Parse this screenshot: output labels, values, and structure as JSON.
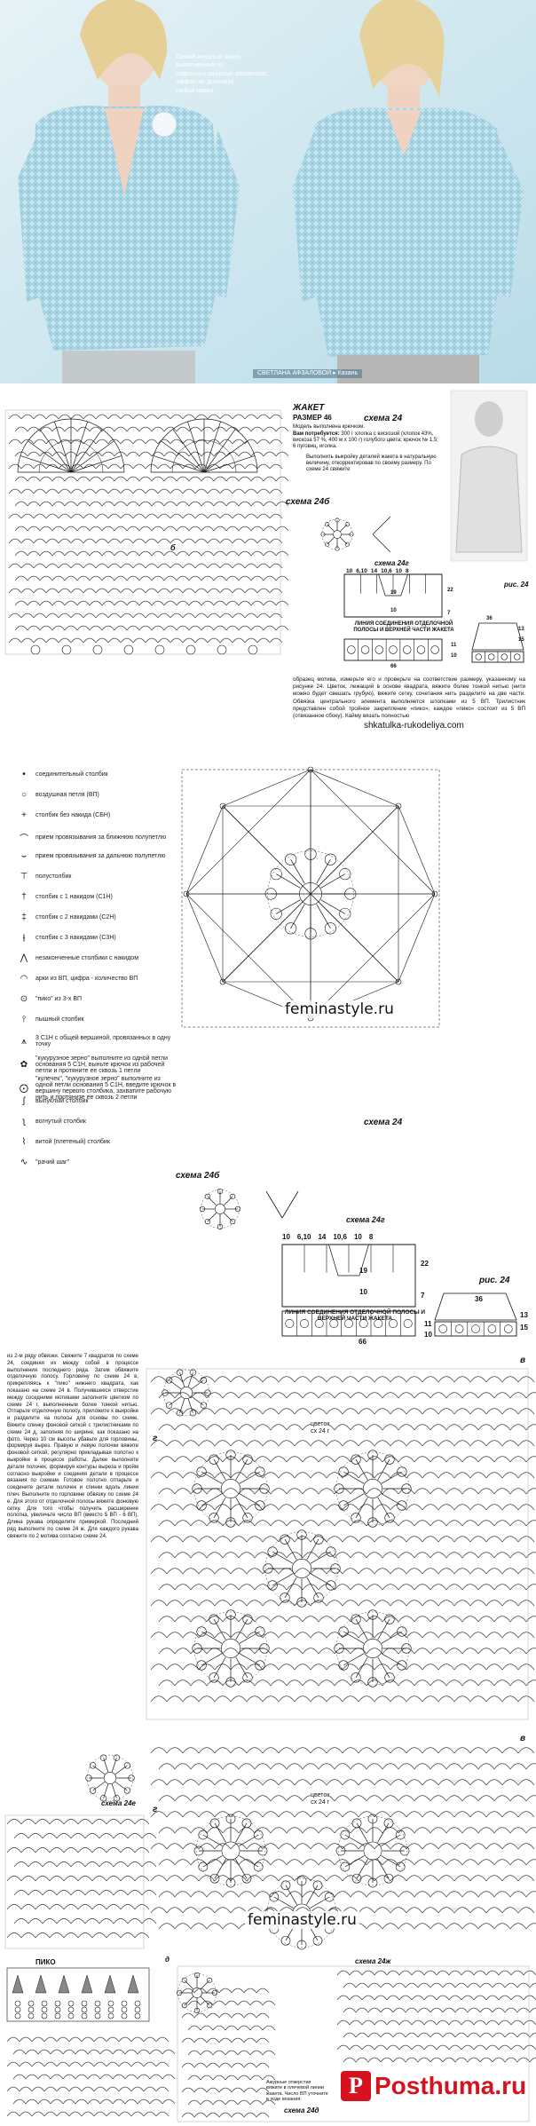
{
  "photo": {
    "caption_lines": [
      "Легкий ажурный жакет,",
      "выполненный из",
      "отдельных ажурных элементов,",
      "эффектно дополнит",
      "любой наряд."
    ],
    "credit": "СВЕТЛАНА АФЗАЛОВОЙ",
    "credit_suffix": "Казань"
  },
  "sheet1": {
    "title": "ЖАКЕТ",
    "size_label": "РАЗМЕР 46",
    "intro": "Модель выполнена крючком.",
    "materials_label": "Вам потребуется:",
    "materials": "300 г хлопка с вискозой (хлопок 43%, вискоза 57 %, 400 м x 100 г) голубого цвета; крючок № 1,5; 6 пуговиц, иголка.",
    "method": "Выполнить выкройку деталей жакета в натуральную величину, откорректировав по своему размеру. По схеме 24 свяжите",
    "schema_24": "схема 24",
    "schema_24b": "схема 24б",
    "schema_24g": "схема 24г",
    "label_b": "б",
    "fig_label": "рис. 24",
    "pattern_dims": [
      "10",
      "6,10",
      "14",
      "10,6",
      "10",
      "8"
    ],
    "pattern_side": [
      "22",
      "7"
    ],
    "pattern_mid": [
      "19",
      "10"
    ],
    "strip_dims": [
      "66",
      "11",
      "10"
    ],
    "sleeve_dims": [
      "36",
      "13",
      "15"
    ],
    "joining_title": "ЛИНИЯ СОЕДИНЕНИЯ ОТДЕЛОЧНОЙ ПОЛОСЫ И ВЕРХНЕЙ ЧАСТИ ЖАКЕТА",
    "body_text": "образец мотива, измерьте его и проверьте на соответствие размеру, указанному на рисунке 24. Цветок, лежащий в основе квадрата, вяжите более тонкой нитью (нити можно будет свешать грубую), вяжите сетку, сочетания нить разделите на две части. Обвязка центрального элемента выполняется штопками из 5 ВП. Трилистник представлен собой тройное закрепление «пико», каждое «пико» состоит из 5 ВП (отвязанное сбоку). Кайму вязать полностью",
    "watermark": "shkatulka-rukodeliya.com"
  },
  "sheet2": {
    "legend": [
      {
        "sym": "•",
        "desc": "соединительный столбик"
      },
      {
        "sym": "○",
        "desc": "воздушная петля (ВП)"
      },
      {
        "sym": "+",
        "desc": "столбик без накида (СБН)"
      },
      {
        "sym": "⌒",
        "desc": "прием провязывания за ближнюю полупетлю"
      },
      {
        "sym": "⌣",
        "desc": "прием провязывания за дальнюю полупетлю"
      },
      {
        "sym": "⊤",
        "desc": "полустолбик"
      },
      {
        "sym": "†",
        "desc": "столбик с 1 накидом (С1Н)"
      },
      {
        "sym": "‡",
        "desc": "столбик с 2 накидами (С2Н)"
      },
      {
        "sym": "⫲",
        "desc": "столбик с 3 накидами (С3Н)"
      },
      {
        "sym": "⋀",
        "desc": "незаконченные столбики с накидом"
      },
      {
        "sym": "◠",
        "desc": "арки из ВП, цифра - количество ВП"
      },
      {
        "sym": "⊙",
        "desc": "\"пико\" из 3-х ВП"
      },
      {
        "sym": "⫯",
        "desc": "пышный столбик"
      },
      {
        "sym": "⩚",
        "desc": "3 С1Н с общей вершиной, провязанных в одну точку"
      },
      {
        "sym": "✿",
        "desc": "\"кукурузное зерно\" выполните из одной петли основания 5 С1Н, выньте крючок из рабочей петли и протяните ее сквозь 1 петли"
      },
      {
        "sym": "⨀",
        "desc": "\"кулечек\", \"кукурузное зерно\" выполните из одной петли основания 5 С1Н, введите крючок в вершину первого столбика, захватите рабочую нить и протяните ее сквозь 2 петли"
      },
      {
        "sym": "ʃ",
        "desc": "выпуклый столбик"
      },
      {
        "sym": "ʅ",
        "desc": "вогнутый столбик"
      },
      {
        "sym": "⌇",
        "desc": "витой (плетеный) столбик"
      },
      {
        "sym": "∿",
        "desc": "\"рачий шаг\""
      }
    ],
    "watermark": "feminastyle.ru",
    "schema_24": "схема 24",
    "schema_24b": "схема 24б",
    "schema_24g": "схема 24г",
    "fig_label": "рис. 24",
    "joining_title": "ЛИНИЯ СОЕДИНЕНИЯ ОТДЕЛОЧНОЙ ПОЛОСЫ И ВЕРХНЕЙ ЧАСТИ ЖАКЕТА",
    "pattern_dims": [
      "10",
      "6,10",
      "14",
      "10,6",
      "10",
      "8"
    ],
    "pattern_side": [
      "22",
      "7"
    ],
    "pattern_mid": [
      "19",
      "10"
    ],
    "strip_dims": [
      "66",
      "11",
      "10"
    ],
    "sleeve_dims": [
      "36",
      "13",
      "15"
    ]
  },
  "sheet3": {
    "label_v": "в",
    "label_g": "г",
    "flower_label": "цветок",
    "flower_ref": "сх 24 г",
    "text": "из 2-м ряду обвязки. Свяжите 7 квадратов по схеме 24, соединяя их между собой в процессе выполнения последнего ряда. Затем обвяжите отделочную полосу. Горловину по схеме 24 в, прикрепляясь к \"пико\" нижнего квадрата, как показано на схеме 24 в. Получившееся отверстие между соседними мотивами заполните цветком по схеме 24 г, выполненным более тонкой нитью. Отпарьте отделочную полосу, приложите к выкройке и разделите на полосы для основы по схеме. Вяжите спинку фоновой сеткой с трилистниками по схеме 24 д, заполняя по ширине, как показано на фото. Через 10 см высоты убавьте для горловины, формируя вырез. Правую и левую полочки вяжите фоновой сеткой, регулярно прикладывая полотно к выкройке в процессе работы. Далее выполните детали полочек, формируя контуры выреза и пройм согласно выкройке и соединяя детали в процессе вязания по схемам. Готовое полотно отпарьте и соедините детали полочек и спинки вдоль линии плеч. Выполните по горловине обвязку по схеме 24 е. Для этого от отделочной полосы вяжите фоновую сетку. Для того чтобы получить расширение полотна, увеличьте число ВП (вместо 5 ВП - 6 ВП). Длина рукава определите примеркой. Последний ряд выполните по схеме 24 ж. Для каждого рукава свяжите по 2 мотива согласно схеме 24."
  },
  "sheet4": {
    "label_v": "в",
    "label_g": "г",
    "label_d": "д",
    "schema_24e": "схема 24е",
    "schema_24zh": "схема 24ж",
    "flower_label": "цветок",
    "flower_ref": "сх 24 г",
    "watermark": "feminastyle.ru",
    "piko": "ПИКО",
    "footer_text": "Ажурные отверстия вяжите в плечевой линии жакета. Число ВП уточните в ходе вязания.",
    "schema_24d": "схема 24д",
    "brand": "Posthuma.ru",
    "brand_letter": "P"
  },
  "colors": {
    "jacket_blue": "#a9d6e4",
    "background_blue": "#cfe6ee",
    "chart_ink": "#151515",
    "brand_red": "#d6121f"
  }
}
